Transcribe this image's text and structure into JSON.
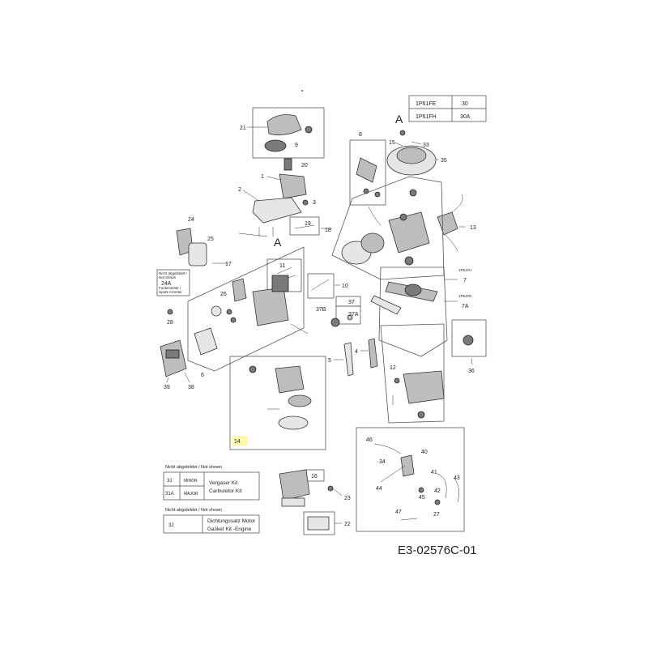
{
  "variant_table": [
    {
      "model": "1P61FE",
      "ref": "30"
    },
    {
      "model": "1P61FH",
      "ref": "30A"
    }
  ],
  "section_marks": {
    "top": "A",
    "left": "A"
  },
  "part_numbers": {
    "p1": "1",
    "p2": "2",
    "p3": "3",
    "p4": "4",
    "p5": "5",
    "p6": "6",
    "p7": "7",
    "p7a": "7A",
    "p8": "8",
    "p9": "9",
    "p10": "10",
    "p11": "11",
    "p12": "12",
    "p13": "13",
    "p14": "14",
    "p15": "15",
    "p16": "16",
    "p17": "17",
    "p18": "18",
    "p19": "19",
    "p20": "20",
    "p21": "21",
    "p22": "22",
    "p23": "23",
    "p24": "24",
    "p25": "25",
    "p26": "26",
    "p27": "27",
    "p28": "28",
    "p33": "33",
    "p35": "35",
    "p36": "36",
    "p37": "37",
    "p37a": "37A",
    "p37b": "37B",
    "p38": "38",
    "p39": "39",
    "p40": "40",
    "p41": "41",
    "p42": "42",
    "p43": "43",
    "p44": "44",
    "p45": "45",
    "p46": "46",
    "p47": "47"
  },
  "crank_labels": {
    "fh": "1P61FH",
    "fe": "1P61FE"
  },
  "not_shown_note": {
    "line1": "Nicht abgebildet /",
    "line2": "Not shown",
    "part": "24A",
    "line3": "Funkenieiter /",
    "line4": "Spark Arrester"
  },
  "kit_table_1": {
    "header": "Nicht abgebildet / Not shown",
    "rows": [
      {
        "num": "31",
        "grade": "MINOR"
      },
      {
        "num": "31A",
        "grade": "MAJOR"
      }
    ],
    "desc_de": "Vergaser Kit",
    "desc_en": "Carburetor Kit"
  },
  "kit_table_2": {
    "header": "Nicht abgebildet / Not shown",
    "num": "32",
    "desc_de": "Dichtungssatz Motor",
    "desc_en": "Gasket Kit -Engine"
  },
  "drawing_code": "E3-02576C-01",
  "colors": {
    "highlight": "#fff9b0",
    "line": "#333333"
  }
}
